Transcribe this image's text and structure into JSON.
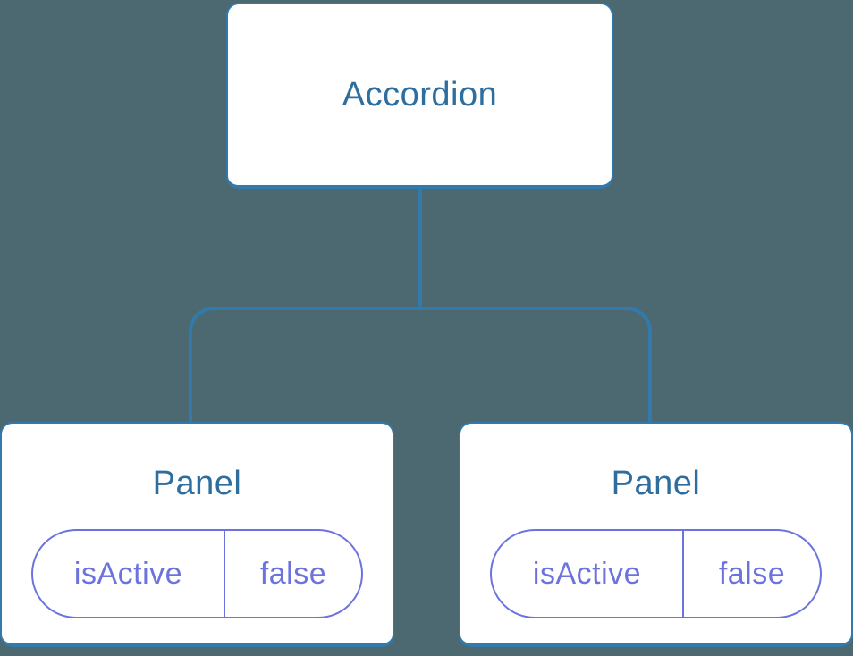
{
  "diagram": {
    "description": "React component tree with state",
    "colors": {
      "background": "#4C6972",
      "node_border": "#3279AC",
      "connector": "#3279AC",
      "node_title_text": "#2E6E9E",
      "state_pill": "#6C73DF",
      "node_background": "#FFFFFF"
    },
    "root": {
      "label": "Accordion"
    },
    "children": [
      {
        "label": "Panel",
        "state": {
          "key": "isActive",
          "value": "false"
        }
      },
      {
        "label": "Panel",
        "state": {
          "key": "isActive",
          "value": "false"
        }
      }
    ]
  }
}
